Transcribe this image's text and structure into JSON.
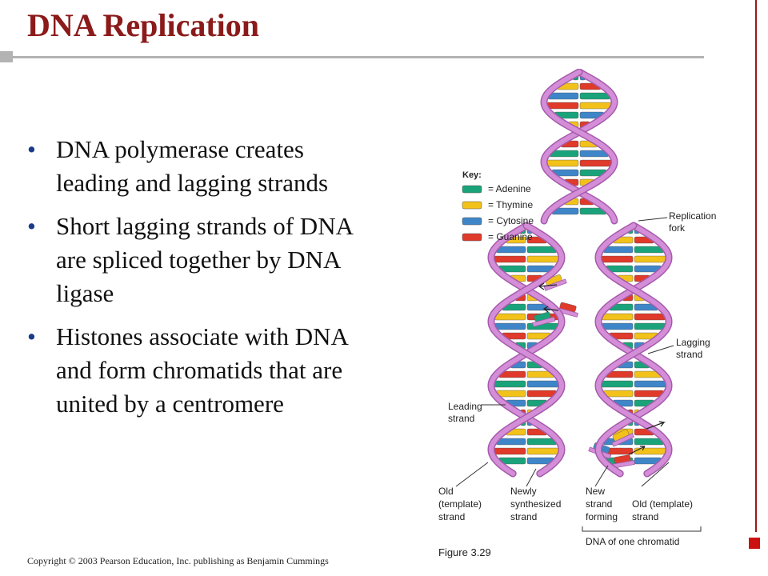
{
  "slide": {
    "title": "DNA Replication",
    "bullets": [
      "DNA polymerase creates leading and lagging strands",
      "Short lagging strands of DNA are spliced together by DNA ligase",
      "Histones associate with DNA and form chromatids that are united by a centromere"
    ],
    "copyright": "Copyright © 2003 Pearson Education, Inc. publishing as Benjamin Cummings"
  },
  "figure": {
    "caption": "Figure 3.29",
    "key_title": "Key:",
    "key_items": [
      {
        "label": "= Adenine",
        "color": "#1aa37a"
      },
      {
        "label": "= Thymine",
        "color": "#f2c21b"
      },
      {
        "label": "= Cytosine",
        "color": "#3e86c8"
      },
      {
        "label": "= Guanine",
        "color": "#e03a2a"
      }
    ],
    "labels": {
      "replication_fork_1": "Replication",
      "replication_fork_2": "fork",
      "lagging_1": "Lagging",
      "lagging_2": "strand",
      "leading_1": "Leading",
      "leading_2": "strand",
      "old_left_1": "Old",
      "old_left_2": "(template)",
      "old_left_3": "strand",
      "newly_1": "Newly",
      "newly_2": "synthesized",
      "newly_3": "strand",
      "new_forming_1": "New",
      "new_forming_2": "strand",
      "new_forming_3": "forming",
      "old_right_1": "Old (template)",
      "old_right_2": "strand",
      "one_chromatid": "DNA of one chromatid"
    },
    "colors": {
      "backbone": "#d48ed8",
      "backbone_dark": "#a65aac",
      "title": "#8b1a1a",
      "rule": "#b3b3b3",
      "accent": "#cc1111"
    }
  }
}
